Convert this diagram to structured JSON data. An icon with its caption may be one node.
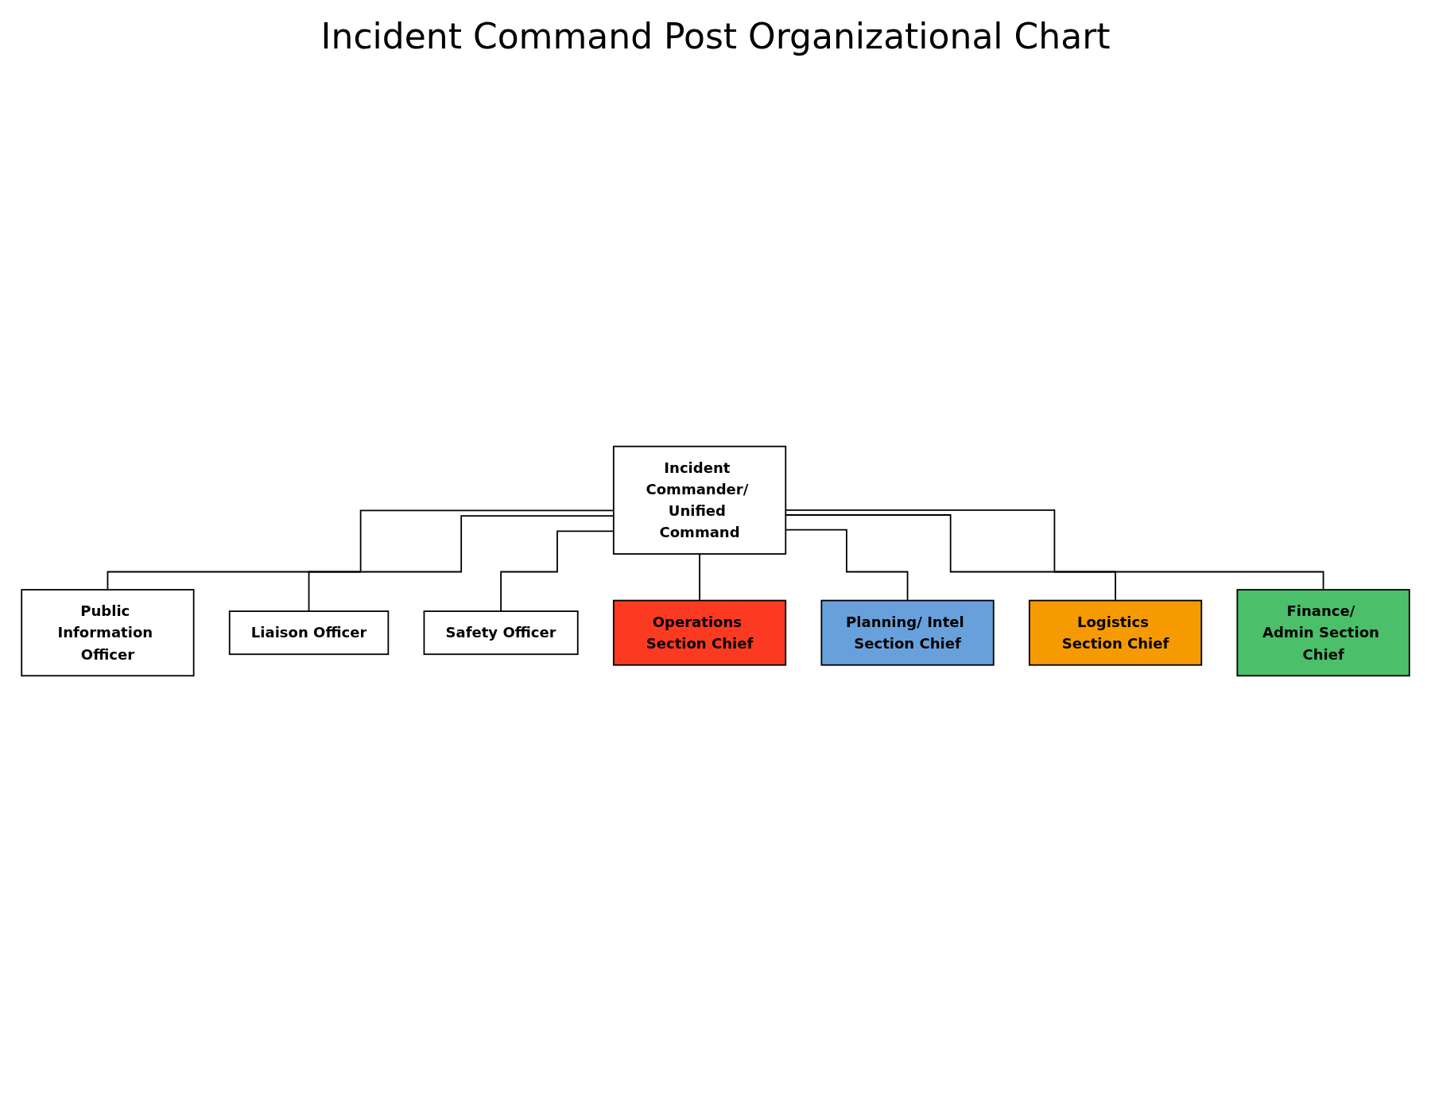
{
  "diagram": {
    "title": "Incident Command Post Organizational Chart",
    "nodes": [
      {
        "text": [
          "Incident Commander/ Unified Command"
        ]
      },
      {
        "text": [
          "Public Information Officer"
        ]
      },
      {
        "text": [
          "Liaison Officer"
        ]
      },
      {
        "text": [
          "Safety Officer"
        ]
      },
      {
        "text": [
          "Operations Section Chief"
        ]
      },
      {
        "text": [
          "Planning/ Intel Section Chief"
        ]
      },
      {
        "text": [
          "Logistics Section Chief"
        ]
      },
      {
        "text": [
          "Finance/ Admin Section Chief"
        ]
      }
    ],
    "edges": [
      {
        "from": 0,
        "to": 1,
        "arrow": "none"
      },
      {
        "from": 0,
        "to": 2,
        "arrow": "none"
      },
      {
        "from": 0,
        "to": 3,
        "arrow": "none"
      },
      {
        "from": 0,
        "to": 4,
        "arrow": "none"
      },
      {
        "from": 0,
        "to": 5,
        "arrow": "none"
      },
      {
        "from": 0,
        "to": 6,
        "arrow": "none"
      },
      {
        "from": 0,
        "to": 7,
        "arrow": "none"
      }
    ]
  }
}
